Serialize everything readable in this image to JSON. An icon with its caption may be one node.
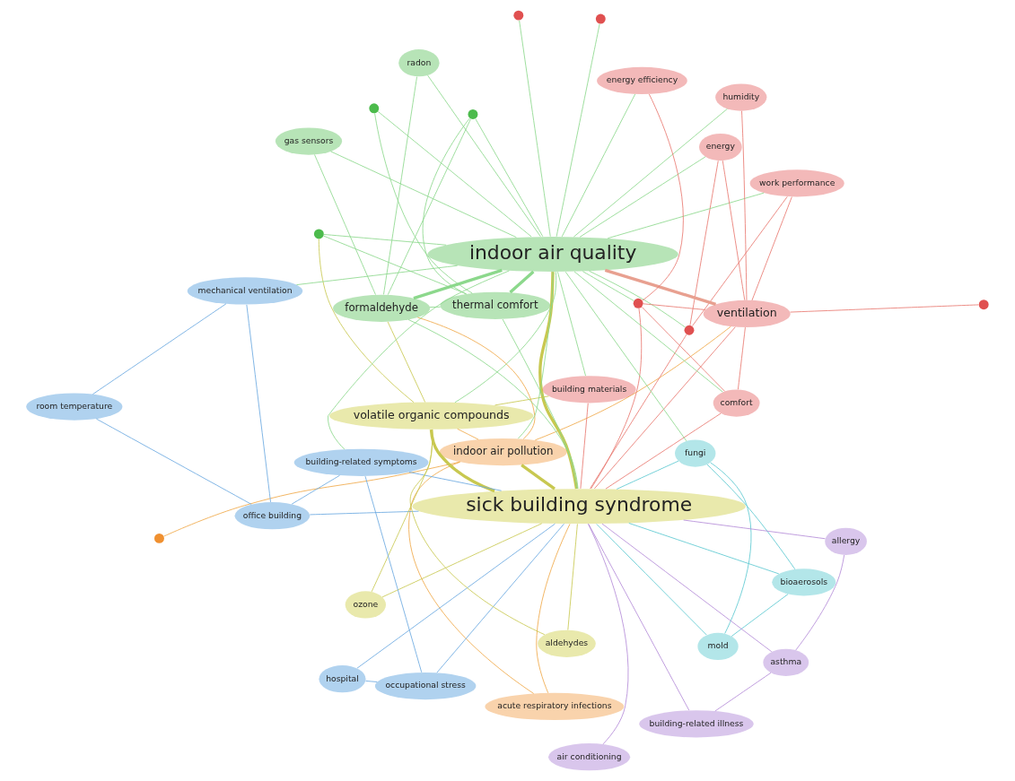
{
  "diagram": {
    "nodes": [
      {
        "text": [
          "acute respiratory infections"
        ]
      },
      {
        "text": [
          "building-related illness"
        ]
      },
      {
        "text": [
          "mold"
        ]
      },
      {
        "text": [
          "allergy"
        ]
      },
      {
        "text": [
          "asthma"
        ]
      },
      {
        "text": [
          "air conditioning"
        ]
      },
      {
        "text": [],
        "shape": "circle"
      },
      {
        "text": [
          "indoor air pollution"
        ]
      },
      {
        "text": [
          "aldehydes"
        ]
      },
      {
        "text": [
          "fungi"
        ]
      },
      {
        "text": [
          "bioaerosols"
        ]
      },
      {
        "text": [
          "ozone"
        ]
      },
      {
        "text": [
          "sick building syndrome"
        ]
      },
      {
        "text": [
          "volatile organic compounds"
        ]
      },
      {
        "text": [],
        "shape": "circle"
      },
      {
        "text": [
          "indoor air quality"
        ]
      },
      {
        "text": [
          "building materials"
        ]
      },
      {
        "text": [],
        "shape": "circle"
      },
      {
        "text": [],
        "shape": "circle"
      },
      {
        "text": [
          "hospital"
        ]
      },
      {
        "text": [
          "occupational stress"
        ]
      },
      {
        "text": [
          "energy"
        ]
      },
      {
        "text": [
          "comfort"
        ]
      },
      {
        "text": [
          "building-related symptoms"
        ]
      },
      {
        "text": [],
        "shape": "circle"
      },
      {
        "text": [
          "work performance"
        ]
      },
      {
        "text": [
          "energy efficiency"
        ]
      },
      {
        "text": [],
        "shape": "circle"
      },
      {
        "text": [],
        "shape": "circle"
      },
      {
        "text": [],
        "shape": "circle"
      },
      {
        "text": [
          "ventilation"
        ]
      },
      {
        "text": [
          "thermal comfort"
        ]
      },
      {
        "text": [
          "office building"
        ]
      },
      {
        "text": [
          "radon"
        ]
      },
      {
        "text": [
          "humidity"
        ]
      },
      {
        "text": [
          "formaldehyde"
        ]
      },
      {
        "text": [],
        "shape": "circle"
      },
      {
        "text": [
          "mechanical ventilation"
        ]
      },
      {
        "text": [
          "room temperature"
        ]
      },
      {
        "text": [
          "gas sensors"
        ]
      }
    ],
    "edges": [
      {
        "from": 12,
        "to": 15,
        "arrow": "none",
        "style": "thick",
        "color": "#c8c850"
      },
      {
        "from": 12,
        "to": 13,
        "arrow": "none",
        "style": "thick",
        "color": "#c8c850"
      },
      {
        "from": 12,
        "to": 7,
        "arrow": "none",
        "style": "thick",
        "color": "#c8c850"
      },
      {
        "from": 12,
        "to": 4,
        "arrow": "none",
        "color": "#b48cd8"
      },
      {
        "from": 12,
        "to": 1,
        "arrow": "none",
        "color": "#b48cd8"
      },
      {
        "from": 12,
        "to": 3,
        "arrow": "none",
        "color": "#b48cd8"
      },
      {
        "from": 12,
        "to": 5,
        "arrow": "none",
        "color": "#b48cd8"
      },
      {
        "from": 12,
        "to": 9,
        "arrow": "none",
        "color": "#5cc8d0"
      },
      {
        "from": 12,
        "to": 10,
        "arrow": "none",
        "color": "#5cc8d0"
      },
      {
        "from": 12,
        "to": 2,
        "arrow": "none",
        "color": "#5cc8d0"
      },
      {
        "from": 12,
        "to": 0,
        "arrow": "none",
        "color": "#f0a848"
      },
      {
        "from": 12,
        "to": 8,
        "arrow": "none",
        "color": "#c8c850"
      },
      {
        "from": 12,
        "to": 11,
        "arrow": "none",
        "color": "#c8c850"
      },
      {
        "from": 12,
        "to": 30,
        "arrow": "none",
        "color": "#e87870"
      },
      {
        "from": 12,
        "to": 31,
        "arrow": "none"
      },
      {
        "from": 12,
        "to": 35,
        "arrow": "none"
      },
      {
        "from": 12,
        "to": 23,
        "arrow": "none",
        "color": "#6aa8e0"
      },
      {
        "from": 12,
        "to": 20,
        "arrow": "none",
        "color": "#6aa8e0"
      },
      {
        "from": 12,
        "to": 19,
        "arrow": "none",
        "color": "#6aa8e0"
      },
      {
        "from": 12,
        "to": 32,
        "arrow": "none",
        "color": "#6aa8e0"
      },
      {
        "from": 12,
        "to": 22,
        "arrow": "none",
        "color": "#e87870"
      },
      {
        "from": 12,
        "to": 18,
        "arrow": "none",
        "color": "#e87870"
      },
      {
        "from": 12,
        "to": 14,
        "arrow": "none",
        "color": "#e87870"
      },
      {
        "from": 12,
        "to": 16,
        "arrow": "none",
        "color": "#e87870"
      },
      {
        "from": 15,
        "to": 30,
        "arrow": "none",
        "style": "thick",
        "color": "#e8a090"
      },
      {
        "from": 15,
        "to": 31,
        "arrow": "none",
        "style": "thick"
      },
      {
        "from": 15,
        "to": 35,
        "arrow": "none",
        "style": "thick"
      },
      {
        "from": 15,
        "to": 13,
        "arrow": "none"
      },
      {
        "from": 15,
        "to": 7,
        "arrow": "none"
      },
      {
        "from": 15,
        "to": 21,
        "arrow": "none"
      },
      {
        "from": 15,
        "to": 22,
        "arrow": "none"
      },
      {
        "from": 15,
        "to": 24,
        "arrow": "none"
      },
      {
        "from": 15,
        "to": 25,
        "arrow": "none"
      },
      {
        "from": 15,
        "to": 26,
        "arrow": "none"
      },
      {
        "from": 15,
        "to": 33,
        "arrow": "none"
      },
      {
        "from": 15,
        "to": 34,
        "arrow": "none"
      },
      {
        "from": 15,
        "to": 39,
        "arrow": "none"
      },
      {
        "from": 15,
        "to": 36,
        "arrow": "none"
      },
      {
        "from": 15,
        "to": 27,
        "arrow": "none"
      },
      {
        "from": 15,
        "to": 28,
        "arrow": "none"
      },
      {
        "from": 15,
        "to": 17,
        "arrow": "none"
      },
      {
        "from": 15,
        "to": 18,
        "arrow": "none"
      },
      {
        "from": 15,
        "to": 14,
        "arrow": "none"
      },
      {
        "from": 15,
        "to": 9,
        "arrow": "none"
      },
      {
        "from": 15,
        "to": 23,
        "arrow": "none"
      },
      {
        "from": 15,
        "to": 37,
        "arrow": "none"
      },
      {
        "from": 15,
        "to": 16,
        "arrow": "none"
      },
      {
        "from": 13,
        "to": 8,
        "arrow": "none",
        "color": "#c8c850"
      },
      {
        "from": 13,
        "to": 11,
        "arrow": "none",
        "color": "#c8c850"
      },
      {
        "from": 13,
        "to": 35,
        "arrow": "none",
        "color": "#c8c850"
      },
      {
        "from": 13,
        "to": 16,
        "arrow": "none",
        "color": "#c8c850"
      },
      {
        "from": 13,
        "to": 28,
        "arrow": "none",
        "color": "#c8c850"
      },
      {
        "from": 7,
        "to": 0,
        "arrow": "none",
        "color": "#f0a848"
      },
      {
        "from": 7,
        "to": 6,
        "arrow": "none",
        "color": "#f0a848"
      },
      {
        "from": 7,
        "to": 30,
        "arrow": "none",
        "color": "#f0a848"
      },
      {
        "from": 7,
        "to": 35,
        "arrow": "none",
        "color": "#f0a848"
      },
      {
        "from": 7,
        "to": 13,
        "arrow": "none",
        "color": "#f0a848"
      },
      {
        "from": 9,
        "to": 10,
        "arrow": "none",
        "color": "#5cc8d0"
      },
      {
        "from": 9,
        "to": 2,
        "arrow": "none",
        "color": "#5cc8d0"
      },
      {
        "from": 2,
        "to": 10,
        "arrow": "none",
        "color": "#5cc8d0"
      },
      {
        "from": 4,
        "to": 3,
        "arrow": "none",
        "color": "#b48cd8"
      },
      {
        "from": 4,
        "to": 1,
        "arrow": "none",
        "color": "#b48cd8"
      },
      {
        "from": 19,
        "to": 20,
        "arrow": "none",
        "color": "#6aa8e0"
      },
      {
        "from": 20,
        "to": 23,
        "arrow": "none",
        "color": "#6aa8e0"
      },
      {
        "from": 23,
        "to": 32,
        "arrow": "none",
        "color": "#6aa8e0"
      },
      {
        "from": 32,
        "to": 37,
        "arrow": "none",
        "color": "#6aa8e0"
      },
      {
        "from": 37,
        "to": 38,
        "arrow": "none",
        "color": "#6aa8e0"
      },
      {
        "from": 32,
        "to": 38,
        "arrow": "none",
        "color": "#6aa8e0"
      },
      {
        "from": 30,
        "to": 34,
        "arrow": "none",
        "color": "#e87870"
      },
      {
        "from": 30,
        "to": 29,
        "arrow": "none",
        "color": "#e87870"
      },
      {
        "from": 30,
        "to": 21,
        "arrow": "none",
        "color": "#e87870"
      },
      {
        "from": 30,
        "to": 25,
        "arrow": "none",
        "color": "#e87870"
      },
      {
        "from": 30,
        "to": 22,
        "arrow": "none",
        "color": "#e87870"
      },
      {
        "from": 30,
        "to": 18,
        "arrow": "none",
        "color": "#e87870"
      },
      {
        "from": 31,
        "to": 35,
        "arrow": "none"
      },
      {
        "from": 31,
        "to": 27,
        "arrow": "none"
      },
      {
        "from": 31,
        "to": 28,
        "arrow": "none"
      },
      {
        "from": 35,
        "to": 33,
        "arrow": "none"
      },
      {
        "from": 35,
        "to": 36,
        "arrow": "none"
      },
      {
        "from": 35,
        "to": 39,
        "arrow": "none"
      },
      {
        "from": 31,
        "to": 36,
        "arrow": "none"
      },
      {
        "from": 14,
        "to": 25,
        "arrow": "none",
        "color": "#e87870"
      },
      {
        "from": 14,
        "to": 21,
        "arrow": "none",
        "color": "#e87870"
      },
      {
        "from": 22,
        "to": 18,
        "arrow": "none",
        "color": "#e87870"
      },
      {
        "from": 26,
        "to": 18,
        "arrow": "none",
        "color": "#e87870"
      }
    ]
  }
}
